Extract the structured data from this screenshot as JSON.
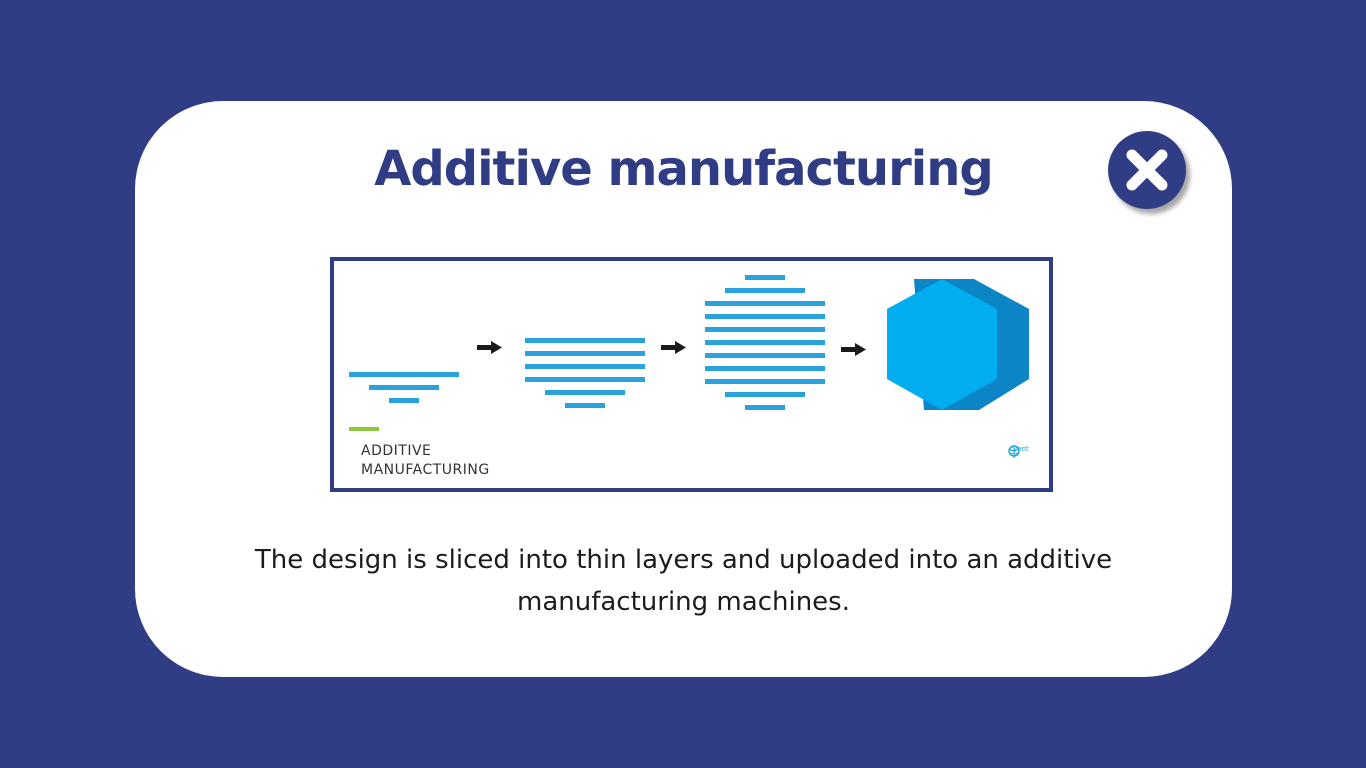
{
  "dialog": {
    "title": "Additive manufacturing",
    "description": "The design is sliced into thin layers and uploaded into an additive manufacturing machines."
  },
  "figure": {
    "label_line1": "ADDITIVE",
    "label_line2": "MANUFACTURING",
    "logo_text": "cyent"
  },
  "icons": {
    "close": "close-x-icon",
    "arrow": "arrow-right-icon",
    "logo": "brain-logo-icon"
  },
  "colors": {
    "background": "#303c84",
    "primary": "#303c84",
    "layer_blue": "#2aa3dc",
    "solid_blue": "#00aeef",
    "solid_blue_dark": "#0b85c6",
    "accent_green": "#8dc63f"
  }
}
